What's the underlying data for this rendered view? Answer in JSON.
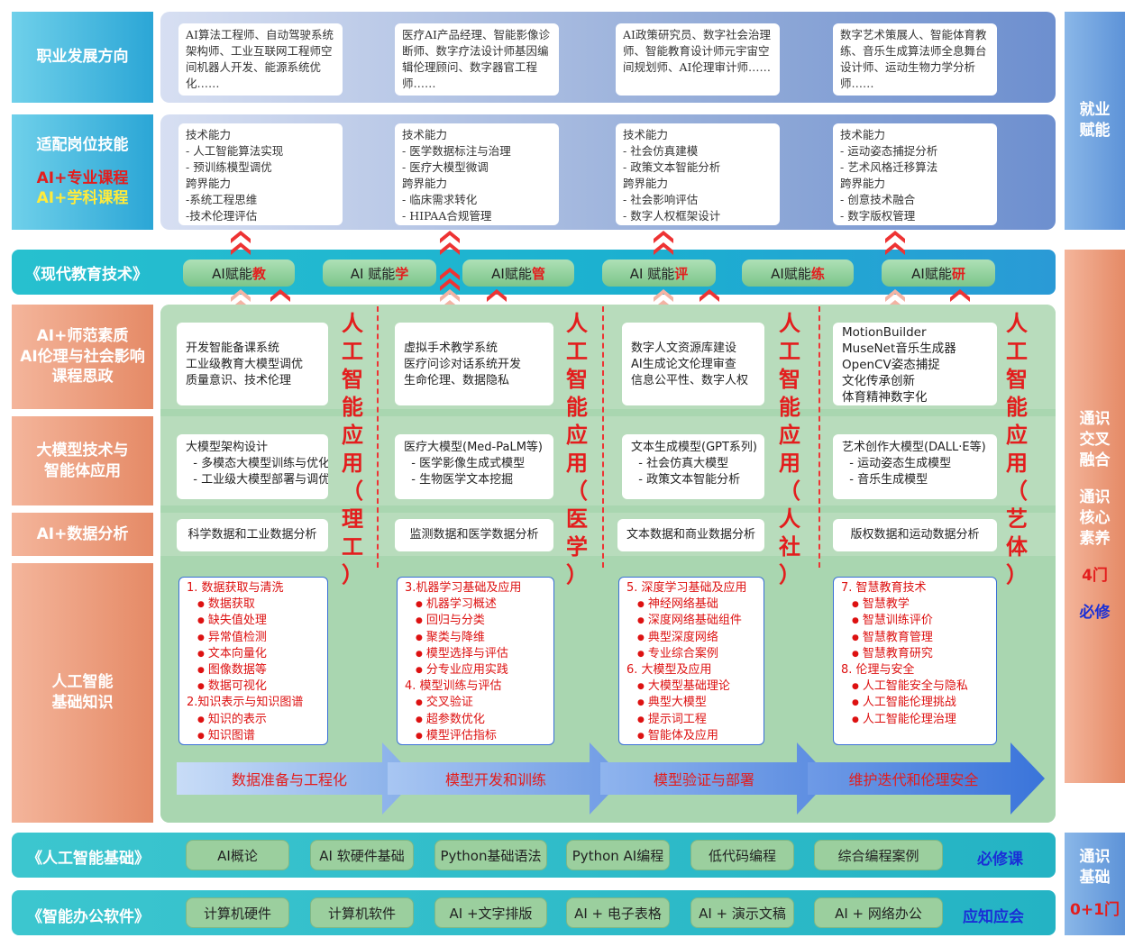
{
  "left_labels": {
    "career": "职业发展方向",
    "skills": "适配岗位技能",
    "skills_red": "AI+专业课程",
    "skills_yellow": "AI+学科课程",
    "modern": "《现代教育技术》",
    "ethics": [
      "AI+师范素质",
      "AI伦理与社会影响",
      "课程思政"
    ],
    "bigmodel": [
      "大模型技术与",
      "智能体应用"
    ],
    "data": "AI+数据分析",
    "basics": [
      "人工智能",
      "基础知识"
    ],
    "ai_basic": "《人工智能基础》",
    "office": "《智能办公软件》"
  },
  "right_labels": {
    "employ": [
      "就业",
      "赋能"
    ],
    "general": [
      "通识",
      "交叉",
      "融合"
    ],
    "core": [
      "通识",
      "核心",
      "素养"
    ],
    "count": "4门",
    "required": "必修",
    "gen_basic": [
      "通识",
      "基础"
    ],
    "count2": "0+1门"
  },
  "careers": [
    "AI算法工程师、自动驾驶系统架构师、工业互联网工程师空间机器人开发、能源系统优化……",
    "医疗AI产品经理、智能影像诊断师、数字疗法设计师基因编辑伦理顾问、数字器官工程师……",
    "AI政策研究员、数字社会治理师、智能教育设计师元宇宙空间规划师、AI伦理审计师……",
    "数字艺术策展人、智能体育教练、音乐生成算法师全息舞台设计师、运动生物力学分析师……"
  ],
  "skills": [
    "技术能力\n- 人工智能算法实现\n- 预训练模型调优\n跨界能力\n-系统工程思维\n-技术伦理评估",
    "技术能力\n- 医学数据标注与治理\n- 医疗大模型微调\n跨界能力\n- 临床需求转化\n- HIPAA合规管理",
    "技术能力\n- 社会仿真建模\n- 政策文本智能分析\n跨界能力\n- 社会影响评估\n- 数字人权框架设计",
    "技术能力\n- 运动姿态捕捉分析\n- 艺术风格迁移算法\n跨界能力\n- 创意技术融合\n- 数字版权管理"
  ],
  "pills": [
    {
      "pre": "AI赋能",
      "key": "教"
    },
    {
      "pre": "AI 赋能",
      "key": "学"
    },
    {
      "pre": "AI赋能",
      "key": "管"
    },
    {
      "pre": "AI 赋能",
      "key": "评"
    },
    {
      "pre": "AI赋能",
      "key": "练"
    },
    {
      "pre": "AI赋能",
      "key": "研"
    }
  ],
  "vertical": [
    "人\n工\n智\n能\n应\n用\n（\n理\n工\n）",
    "人\n工\n智\n能\n应\n用\n（\n医\n学\n）",
    "人\n工\n智\n能\n应\n用\n（\n人\n社\n）",
    "人\n工\n智\n能\n应\n用\n（\n艺\n体\n）"
  ],
  "ethics_cards": [
    "开发智能备课系统\n工业级教育大模型调优\n质量意识、技术伦理",
    "虚拟手术教学系统\n医疗问诊对话系统开发\n生命伦理、数据隐私",
    "数字人文资源库建设\nAI生成论文伦理审查\n信息公平性、数字人权",
    "MotionBuilder\nMuseNet音乐生成器\nOpenCV姿态捕捉\n文化传承创新\n体育精神数字化"
  ],
  "model_cards": [
    "大模型架构设计\n  - 多模态大模型训练与优化\n  - 工业级大模型部署与调优",
    "医疗大模型(Med-PaLM等)\n  - 医学影像生成式模型\n  - 生物医学文本挖掘",
    "文本生成模型(GPT系列)\n  - 社会仿真大模型\n  - 政策文本智能分析",
    "艺术创作大模型(DALL·E等)\n  - 运动姿态生成模型\n  - 音乐生成模型"
  ],
  "data_cards": [
    "科学数据和工业数据分析",
    "监测数据和医学数据分析",
    "文本数据和商业数据分析",
    "版权数据和运动数据分析"
  ],
  "knowledge": [
    [
      {
        "t": "1. 数据获取与清洗"
      },
      {
        "s": "数据获取"
      },
      {
        "s": "缺失值处理"
      },
      {
        "s": "异常值检测"
      },
      {
        "s": "文本向量化"
      },
      {
        "s": "图像数据等"
      },
      {
        "s": "数据可视化"
      },
      {
        "t": "2.知识表示与知识图谱"
      },
      {
        "s": "知识的表示"
      },
      {
        "s": "知识图谱"
      }
    ],
    [
      {
        "t": "3.机器学习基础及应用"
      },
      {
        "s": "机器学习概述"
      },
      {
        "s": "回归与分类"
      },
      {
        "s": "聚类与降维"
      },
      {
        "s": "模型选择与评估"
      },
      {
        "s": "分专业应用实践"
      },
      {
        "t": "4. 模型训练与评估"
      },
      {
        "s": "交叉验证"
      },
      {
        "s": "超参数优化"
      },
      {
        "s": "模型评估指标"
      }
    ],
    [
      {
        "t": "5. 深度学习基础及应用"
      },
      {
        "s": "神经网络基础"
      },
      {
        "s": "深度网络基础组件"
      },
      {
        "s": "典型深度网络"
      },
      {
        "s": "专业综合案例"
      },
      {
        "t": "6. 大模型及应用"
      },
      {
        "s": "大模型基础理论"
      },
      {
        "s": "典型大模型"
      },
      {
        "s": "提示词工程"
      },
      {
        "s": "智能体及应用"
      }
    ],
    [
      {
        "t": "7. 智慧教育技术"
      },
      {
        "s": "智慧教学"
      },
      {
        "s": "智慧训练评价"
      },
      {
        "s": "智慧教育管理"
      },
      {
        "s": "智慧教育研究"
      },
      {
        "t": "8. 伦理与安全"
      },
      {
        "s": "人工智能安全与隐私"
      },
      {
        "s": "人工智能伦理挑战"
      },
      {
        "s": "人工智能伦理治理"
      }
    ]
  ],
  "flow": [
    "数据准备与工程化",
    "模型开发和训练",
    "模型验证与部署",
    "维护迭代和伦理安全"
  ],
  "ai_basic_chips": [
    "AI概论",
    "AI 软硬件基础",
    "Python基础语法",
    "Python AI编程",
    "低代码编程",
    "综合编程案例"
  ],
  "ai_basic_tag": "必修课",
  "office_chips": [
    "计算机硬件",
    "计算机软件",
    "AI +文字排版",
    "AI + 电子表格",
    "AI + 演示文稿",
    "AI + 网络办公"
  ],
  "office_tag": "应知应会"
}
